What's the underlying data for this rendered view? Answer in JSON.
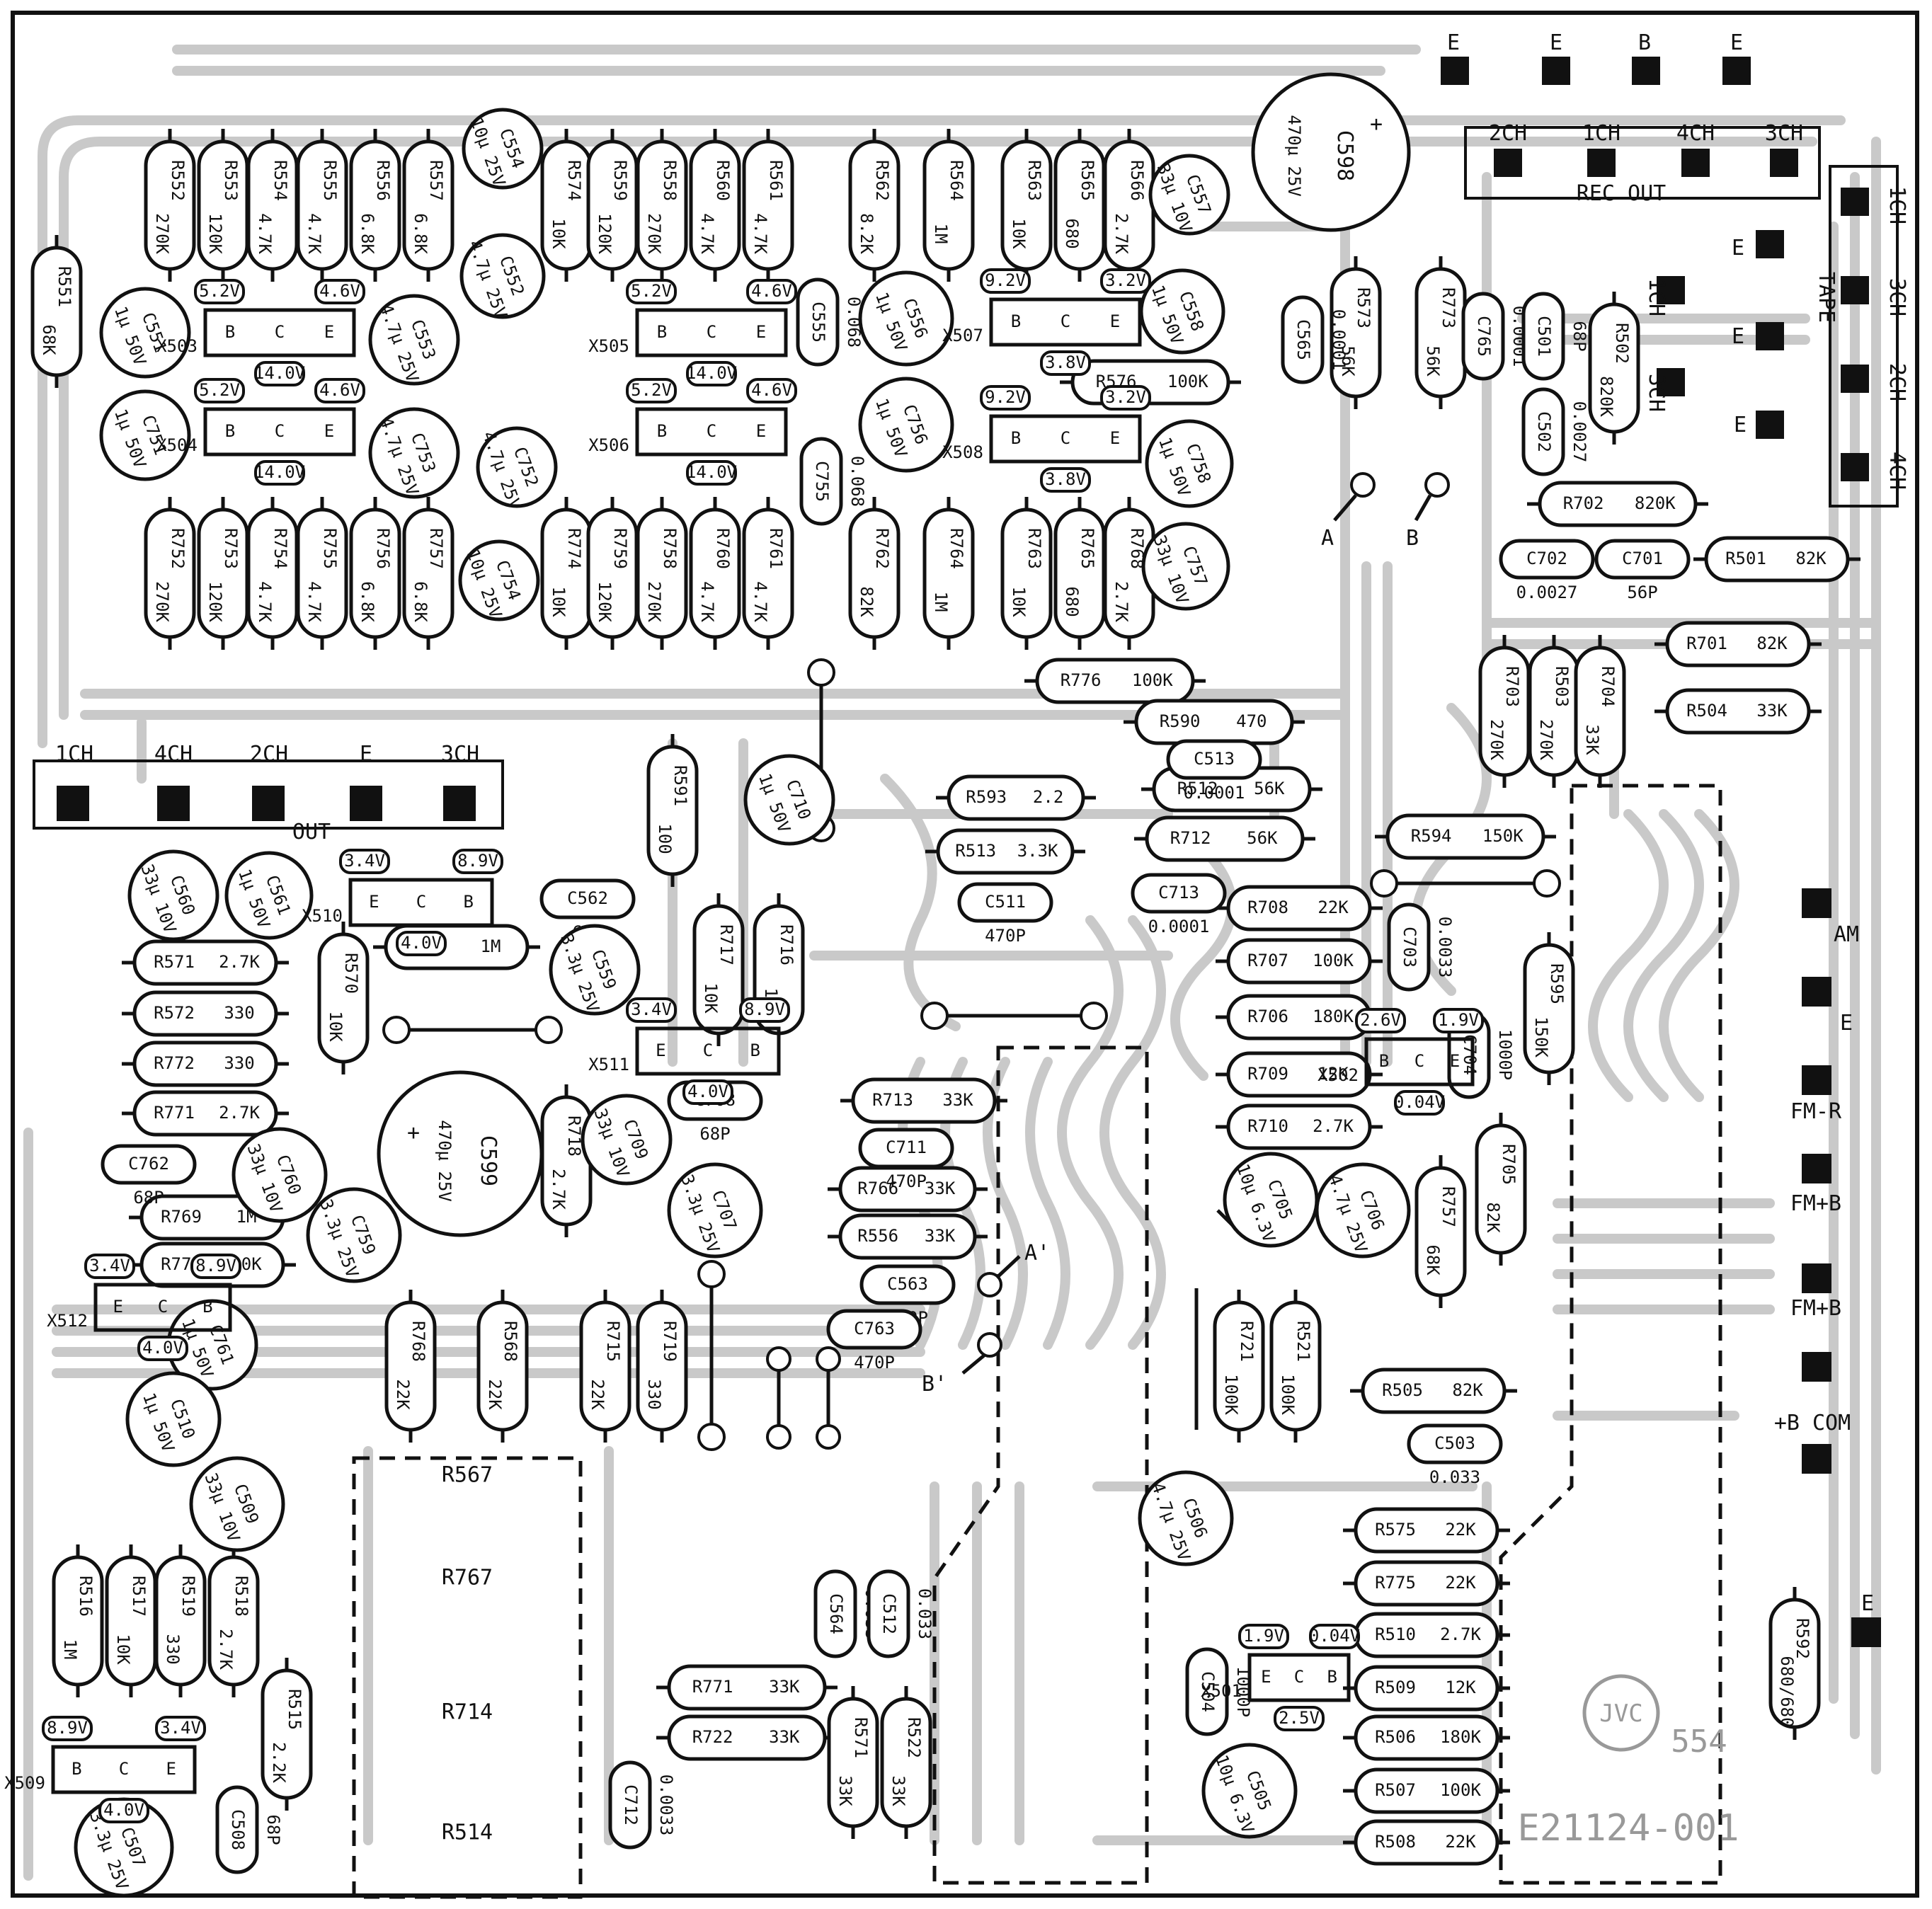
{
  "board": {
    "code": "E21124-001",
    "logo": "JVC",
    "board_no": "554"
  },
  "out_connector": {
    "label": "OUT",
    "pins": [
      "1CH",
      "4CH",
      "2CH",
      "E",
      "3CH"
    ]
  },
  "rec_out_connector": {
    "label": "REC OUT",
    "pins": [
      "2CH",
      "1CH",
      "4CH",
      "3CH"
    ]
  },
  "tape_connector": {
    "label": "TAPE",
    "pins": [
      "1CH",
      "3CH",
      "2CH",
      "4CH"
    ]
  },
  "top_pins": [
    "E",
    "E",
    "B",
    "E"
  ],
  "side_pins": [
    "1CH",
    "E",
    "3CH",
    "E",
    "E"
  ],
  "right_terminals": [
    "AM",
    "E",
    "FM-R",
    "FM+B",
    "FM+B",
    "+B COM",
    "E"
  ],
  "test_points": [
    "A",
    "B",
    "A'",
    "B'"
  ],
  "resistors_top_row": [
    {
      "ref": "R552",
      "val": "270K"
    },
    {
      "ref": "R553",
      "val": "120K"
    },
    {
      "ref": "R554",
      "val": "4.7K"
    },
    {
      "ref": "R555",
      "val": "4.7K"
    },
    {
      "ref": "R556",
      "val": "6.8K"
    },
    {
      "ref": "R557",
      "val": "6.8K"
    },
    {
      "ref": "R574",
      "val": "10K"
    },
    {
      "ref": "R559",
      "val": "120K"
    },
    {
      "ref": "R558",
      "val": "270K"
    },
    {
      "ref": "R560",
      "val": "4.7K"
    },
    {
      "ref": "R561",
      "val": "4.7K"
    },
    {
      "ref": "R562",
      "val": "8.2K"
    },
    {
      "ref": "R564",
      "val": "1M"
    },
    {
      "ref": "R563",
      "val": "10K"
    },
    {
      "ref": "R565",
      "val": "680"
    },
    {
      "ref": "R566",
      "val": "2.7K"
    }
  ],
  "resistors_second_row": [
    {
      "ref": "R752",
      "val": "270K"
    },
    {
      "ref": "R753",
      "val": "120K"
    },
    {
      "ref": "R754",
      "val": "4.7K"
    },
    {
      "ref": "R755",
      "val": "4.7K"
    },
    {
      "ref": "R756",
      "val": "6.8K"
    },
    {
      "ref": "R757",
      "val": "6.8K"
    },
    {
      "ref": "R774",
      "val": "10K"
    },
    {
      "ref": "R759",
      "val": "120K"
    },
    {
      "ref": "R758",
      "val": "270K"
    },
    {
      "ref": "R760",
      "val": "4.7K"
    },
    {
      "ref": "R761",
      "val": "4.7K"
    },
    {
      "ref": "R762",
      "val": "82K"
    },
    {
      "ref": "R764",
      "val": "1M"
    },
    {
      "ref": "R763",
      "val": "10K"
    },
    {
      "ref": "R765",
      "val": "680"
    },
    {
      "ref": "R768",
      "val": "2.7K"
    }
  ],
  "resistors_horizontal": [
    {
      "ref": "R551",
      "val": "68K"
    },
    {
      "ref": "R576",
      "val": "100K"
    },
    {
      "ref": "R573",
      "val": "56K"
    },
    {
      "ref": "R773",
      "val": "56K"
    },
    {
      "ref": "R502",
      "val": "820K"
    },
    {
      "ref": "R702",
      "val": "820K"
    },
    {
      "ref": "R501",
      "val": "82K"
    },
    {
      "ref": "R701",
      "val": "82K"
    },
    {
      "ref": "R504",
      "val": "33K"
    },
    {
      "ref": "R703",
      "val": "270K"
    },
    {
      "ref": "R503",
      "val": "270K"
    },
    {
      "ref": "R704",
      "val": "33K"
    },
    {
      "ref": "R776",
      "val": "100K"
    },
    {
      "ref": "R590",
      "val": "470"
    },
    {
      "ref": "R512",
      "val": "56K"
    },
    {
      "ref": "R712",
      "val": "56K"
    },
    {
      "ref": "R593",
      "val": "2.2"
    },
    {
      "ref": "R513",
      "val": "3.3K"
    },
    {
      "ref": "R594",
      "val": "150K"
    },
    {
      "ref": "R595",
      "val": "150K"
    },
    {
      "ref": "R591",
      "val": "100"
    },
    {
      "ref": "R717",
      "val": "10K"
    },
    {
      "ref": "R716",
      "val": "1M"
    },
    {
      "ref": "R708",
      "val": "22K"
    },
    {
      "ref": "R707",
      "val": "100K"
    },
    {
      "ref": "R706",
      "val": "180K"
    },
    {
      "ref": "R709",
      "val": "12K"
    },
    {
      "ref": "R710",
      "val": "2.7K"
    },
    {
      "ref": "R705",
      "val": "82K"
    },
    {
      "ref": "R757",
      "val": "68K"
    },
    {
      "ref": "R721",
      "val": "100K"
    },
    {
      "ref": "R521",
      "val": "100K"
    },
    {
      "ref": "R505",
      "val": "82K"
    },
    {
      "ref": "R575",
      "val": "22K"
    },
    {
      "ref": "R775",
      "val": "22K"
    },
    {
      "ref": "R510",
      "val": "2.7K"
    },
    {
      "ref": "R509",
      "val": "12K"
    },
    {
      "ref": "R506",
      "val": "180K"
    },
    {
      "ref": "R507",
      "val": "100K"
    },
    {
      "ref": "R508",
      "val": "22K"
    },
    {
      "ref": "R592",
      "val": "680/680"
    },
    {
      "ref": "R570",
      "val": "10K"
    },
    {
      "ref": "R569",
      "val": "1M"
    },
    {
      "ref": "R571",
      "val": "2.7K"
    },
    {
      "ref": "R572",
      "val": "330"
    },
    {
      "ref": "R772",
      "val": "330"
    },
    {
      "ref": "R771",
      "val": "2.7K"
    },
    {
      "ref": "R769",
      "val": "1M"
    },
    {
      "ref": "R770",
      "val": "10K"
    },
    {
      "ref": "R718",
      "val": "2.7K"
    },
    {
      "ref": "R713",
      "val": "33K"
    },
    {
      "ref": "R766",
      "val": "33K"
    },
    {
      "ref": "R556",
      "val": "33K"
    },
    {
      "ref": "R768",
      "val": "22K"
    },
    {
      "ref": "R568",
      "val": "22K"
    },
    {
      "ref": "R715",
      "val": "22K"
    },
    {
      "ref": "R719",
      "val": "330"
    },
    {
      "ref": "R516",
      "val": "1M"
    },
    {
      "ref": "R517",
      "val": "10K"
    },
    {
      "ref": "R519",
      "val": "330"
    },
    {
      "ref": "R518",
      "val": "2.7K"
    },
    {
      "ref": "R515",
      "val": "2.2K"
    },
    {
      "ref": "R771",
      "val": "33K"
    },
    {
      "ref": "R722",
      "val": "33K"
    },
    {
      "ref": "R571",
      "val": "33K"
    },
    {
      "ref": "R522",
      "val": "33K"
    }
  ],
  "unmounted_refs": [
    "R567",
    "R767",
    "R714",
    "R514"
  ],
  "capacitors": [
    {
      "ref": "C554",
      "val": "10μ 25V"
    },
    {
      "ref": "C552",
      "val": "4.7μ 25V"
    },
    {
      "ref": "C553",
      "val": "4.7μ 25V"
    },
    {
      "ref": "C551",
      "val": "1μ 50V"
    },
    {
      "ref": "C751",
      "val": "1μ 50V"
    },
    {
      "ref": "C753",
      "val": "4.7μ 25V"
    },
    {
      "ref": "C752",
      "val": "4.7μ 25V"
    },
    {
      "ref": "C754",
      "val": "10μ 25V"
    },
    {
      "ref": "C555",
      "val": "0.068"
    },
    {
      "ref": "C755",
      "val": "0.068"
    },
    {
      "ref": "C556",
      "val": "1μ 50V"
    },
    {
      "ref": "C756",
      "val": "1μ 50V"
    },
    {
      "ref": "C557",
      "val": "33μ 10V"
    },
    {
      "ref": "C558",
      "val": "1μ 50V"
    },
    {
      "ref": "C758",
      "val": "1μ 50V"
    },
    {
      "ref": "C757",
      "val": "33μ 10V"
    },
    {
      "ref": "C598",
      "val": "470μ 25V"
    },
    {
      "ref": "C565",
      "val": "0.0001"
    },
    {
      "ref": "C765",
      "val": "0.0001"
    },
    {
      "ref": "C501",
      "val": "68P"
    },
    {
      "ref": "C502",
      "val": "0.0027"
    },
    {
      "ref": "C702",
      "val": "0.0027"
    },
    {
      "ref": "C701",
      "val": "56P"
    },
    {
      "ref": "C513",
      "val": "0.0001"
    },
    {
      "ref": "C511",
      "val": "470P"
    },
    {
      "ref": "C713",
      "val": "0.0001"
    },
    {
      "ref": "C710",
      "val": "1μ 50V"
    },
    {
      "ref": "C560",
      "val": "33μ 10V"
    },
    {
      "ref": "C561",
      "val": "1μ 50V"
    },
    {
      "ref": "C562",
      "val": "68P"
    },
    {
      "ref": "C559",
      "val": "3.3μ 25V"
    },
    {
      "ref": "C703",
      "val": "0.0033"
    },
    {
      "ref": "C704",
      "val": "1000P"
    },
    {
      "ref": "C705",
      "val": "10μ 6.3V"
    },
    {
      "ref": "C706",
      "val": "4.7μ 25V"
    },
    {
      "ref": "C599",
      "val": "470μ 25V"
    },
    {
      "ref": "C709",
      "val": "33μ 10V"
    },
    {
      "ref": "C708",
      "val": "68P"
    },
    {
      "ref": "C707",
      "val": "3.3μ 25V"
    },
    {
      "ref": "C711",
      "val": "470P"
    },
    {
      "ref": "C762",
      "val": "68P"
    },
    {
      "ref": "C760",
      "val": "33μ 10V"
    },
    {
      "ref": "C759",
      "val": "3.3μ 25V"
    },
    {
      "ref": "C563",
      "val": "470P"
    },
    {
      "ref": "C763",
      "val": "470P"
    },
    {
      "ref": "C761",
      "val": "1μ 50V"
    },
    {
      "ref": "C510",
      "val": "1μ 50V"
    },
    {
      "ref": "C509",
      "val": "33μ 10V"
    },
    {
      "ref": "C503",
      "val": "0.033"
    },
    {
      "ref": "C506",
      "val": "4.7μ 25V"
    },
    {
      "ref": "C504",
      "val": "1000P"
    },
    {
      "ref": "C505",
      "val": "10μ 6.3V"
    },
    {
      "ref": "C564",
      "val": "0.033"
    },
    {
      "ref": "C512",
      "val": "0.033"
    },
    {
      "ref": "C712",
      "val": "0.0033"
    },
    {
      "ref": "C508",
      "val": "68P"
    },
    {
      "ref": "C507",
      "val": "3.3μ 25V"
    }
  ],
  "transistors": [
    {
      "ref": "X503",
      "pins": [
        "B",
        "C",
        "E"
      ],
      "volts": [
        "5.2V",
        "4.6V",
        "14.0V"
      ]
    },
    {
      "ref": "X504",
      "pins": [
        "B",
        "C",
        "E"
      ],
      "volts": [
        "5.2V",
        "4.6V",
        "14.0V"
      ]
    },
    {
      "ref": "X505",
      "pins": [
        "B",
        "C",
        "E"
      ],
      "volts": [
        "5.2V",
        "4.6V",
        "14.0V"
      ]
    },
    {
      "ref": "X506",
      "pins": [
        "B",
        "C",
        "E"
      ],
      "volts": [
        "5.2V",
        "4.6V",
        "14.0V"
      ]
    },
    {
      "ref": "X507",
      "pins": [
        "B",
        "C",
        "E"
      ],
      "volts": [
        "9.2V",
        "3.2V",
        "3.8V"
      ]
    },
    {
      "ref": "X508",
      "pins": [
        "B",
        "C",
        "E"
      ],
      "volts": [
        "9.2V",
        "3.2V",
        "3.8V"
      ]
    },
    {
      "ref": "X510",
      "pins": [
        "E",
        "C",
        "B"
      ],
      "volts": [
        "3.4V",
        "8.9V",
        "4.0V"
      ]
    },
    {
      "ref": "X511",
      "pins": [
        "E",
        "C",
        "B"
      ],
      "volts": [
        "3.4V",
        "8.9V",
        "4.0V"
      ]
    },
    {
      "ref": "X512",
      "pins": [
        "E",
        "C",
        "B"
      ],
      "volts": [
        "3.4V",
        "8.9V",
        "4.0V"
      ]
    },
    {
      "ref": "X502",
      "pins": [
        "B",
        "C",
        "E"
      ],
      "volts": [
        "2.6V",
        "1.9V",
        "0.04V"
      ]
    },
    {
      "ref": "X501",
      "pins": [
        "E",
        "C",
        "B"
      ],
      "volts": [
        "1.9V",
        "0.04V",
        "2.5V"
      ]
    },
    {
      "ref": "X509",
      "pins": [
        "B",
        "C",
        "E"
      ],
      "volts": [
        "8.9V",
        "3.4V",
        "4.0V"
      ]
    }
  ]
}
